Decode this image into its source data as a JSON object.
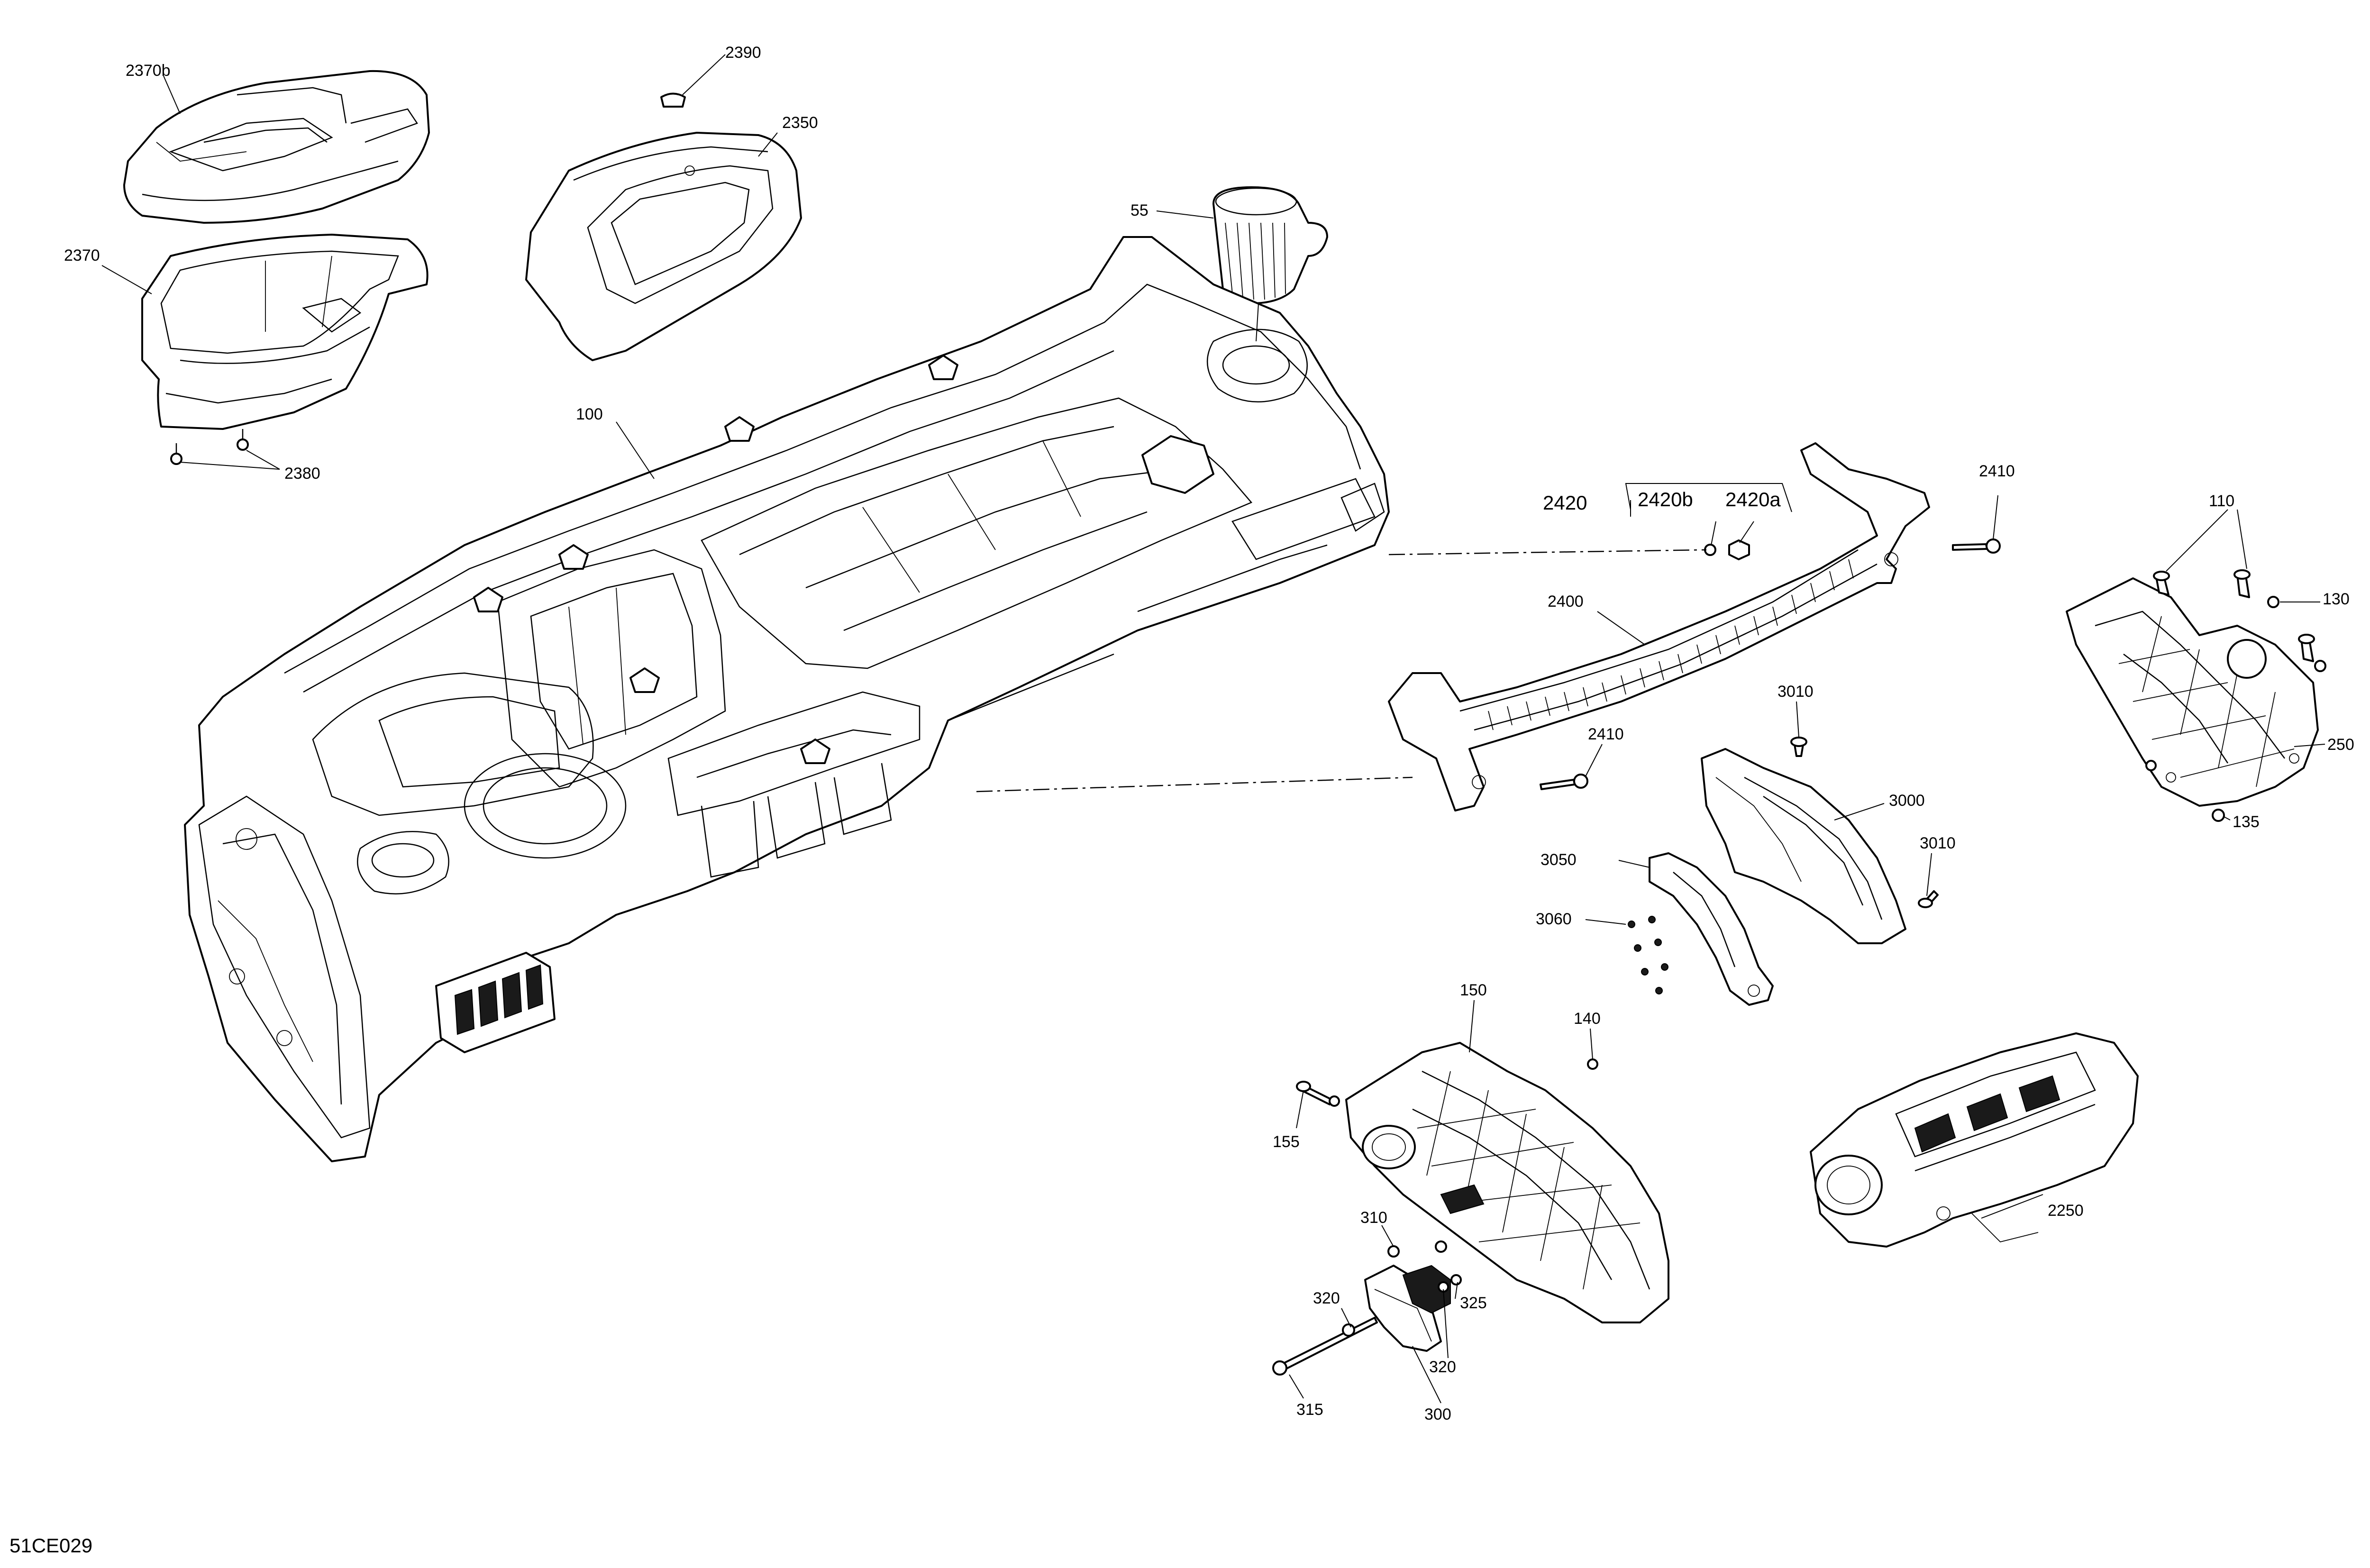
{
  "diagram": {
    "reference_code": "51CE029",
    "callouts": [
      {
        "id": "2370b",
        "text": "2370b"
      },
      {
        "id": "2370",
        "text": "2370"
      },
      {
        "id": "2380",
        "text": "2380"
      },
      {
        "id": "2390",
        "text": "2390"
      },
      {
        "id": "2350",
        "text": "2350"
      },
      {
        "id": "55",
        "text": "55"
      },
      {
        "id": "100",
        "text": "100"
      },
      {
        "id": "2420",
        "text": "2420"
      },
      {
        "id": "2420b",
        "text": "2420b"
      },
      {
        "id": "2420a",
        "text": "2420a"
      },
      {
        "id": "2410-top",
        "text": "2410"
      },
      {
        "id": "2400",
        "text": "2400"
      },
      {
        "id": "2410-bottom",
        "text": "2410"
      },
      {
        "id": "110",
        "text": "110"
      },
      {
        "id": "130",
        "text": "130"
      },
      {
        "id": "250",
        "text": "250"
      },
      {
        "id": "135",
        "text": "135"
      },
      {
        "id": "3010-top",
        "text": "3010"
      },
      {
        "id": "3000",
        "text": "3000"
      },
      {
        "id": "3010-bottom",
        "text": "3010"
      },
      {
        "id": "3050",
        "text": "3050"
      },
      {
        "id": "3060",
        "text": "3060"
      },
      {
        "id": "150",
        "text": "150"
      },
      {
        "id": "140",
        "text": "140"
      },
      {
        "id": "155",
        "text": "155"
      },
      {
        "id": "310",
        "text": "310"
      },
      {
        "id": "320-top",
        "text": "320"
      },
      {
        "id": "325",
        "text": "325"
      },
      {
        "id": "320-bottom",
        "text": "320"
      },
      {
        "id": "315",
        "text": "315"
      },
      {
        "id": "300",
        "text": "300"
      },
      {
        "id": "2250",
        "text": "2250"
      }
    ]
  }
}
